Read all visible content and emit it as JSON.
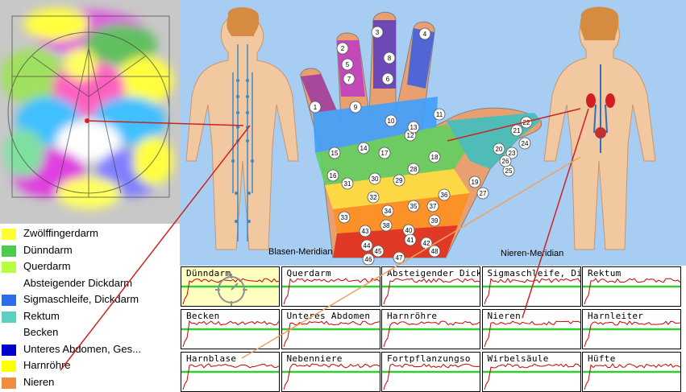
{
  "legend": {
    "items": [
      {
        "label": "Zwölffingerdarm",
        "color": "#ffff33"
      },
      {
        "label": "Dünndarm",
        "color": "#4ccc4c"
      },
      {
        "label": "Querdarm",
        "color": "#b8ff40"
      },
      {
        "label": "Absteigender Dickdarm",
        "color": ""
      },
      {
        "label": "Sigmaschleife, Dickdarm",
        "color": "#2e6de8"
      },
      {
        "label": "Rektum",
        "color": "#5ad0c0"
      },
      {
        "label": "Becken",
        "color": ""
      },
      {
        "label": "Unteres Abdomen, Ges...",
        "color": "#0000cc"
      },
      {
        "label": "Harnröhre",
        "color": "#ffff00"
      },
      {
        "label": "Nieren",
        "color": "#f08c40"
      }
    ]
  },
  "labels": {
    "bladder_meridian": "Blasen-Meridian",
    "kidney_meridian": "Nieren-Meridian"
  },
  "hand": {
    "points": [
      "1",
      "2",
      "3",
      "4",
      "5",
      "6",
      "7",
      "8",
      "9",
      "10",
      "11",
      "12",
      "13",
      "14",
      "15",
      "16",
      "17",
      "18",
      "19",
      "20",
      "21",
      "22",
      "23",
      "24",
      "25",
      "26",
      "27",
      "28",
      "29",
      "30",
      "31",
      "32",
      "33",
      "34",
      "35",
      "36",
      "37",
      "38",
      "39",
      "40",
      "41",
      "42",
      "43",
      "44",
      "45",
      "46",
      "47",
      "48"
    ]
  },
  "panels": [
    {
      "title": "Dünndarm",
      "selected": true
    },
    {
      "title": "Querdarm",
      "selected": false
    },
    {
      "title": "Absteigender Dick",
      "selected": false
    },
    {
      "title": "Sigmaschleife, Dic",
      "selected": false
    },
    {
      "title": "Rektum",
      "selected": false
    },
    {
      "title": "Becken",
      "selected": false
    },
    {
      "title": "Unteres Abdomen",
      "selected": false
    },
    {
      "title": "Harnröhre",
      "selected": false
    },
    {
      "title": "Nieren",
      "selected": false
    },
    {
      "title": "Harnleiter",
      "selected": false
    },
    {
      "title": "Harnblase",
      "selected": false
    },
    {
      "title": "Nebenniere",
      "selected": false
    },
    {
      "title": "Fortpflanzungso",
      "selected": false
    },
    {
      "title": "Wirbelsäule",
      "selected": false
    },
    {
      "title": "Hüfte",
      "selected": false
    }
  ],
  "colors": {
    "baseline": "#33cc33",
    "trace": "#cc0000",
    "connector": "#cc2222",
    "connector_alt": "#f0a060"
  }
}
